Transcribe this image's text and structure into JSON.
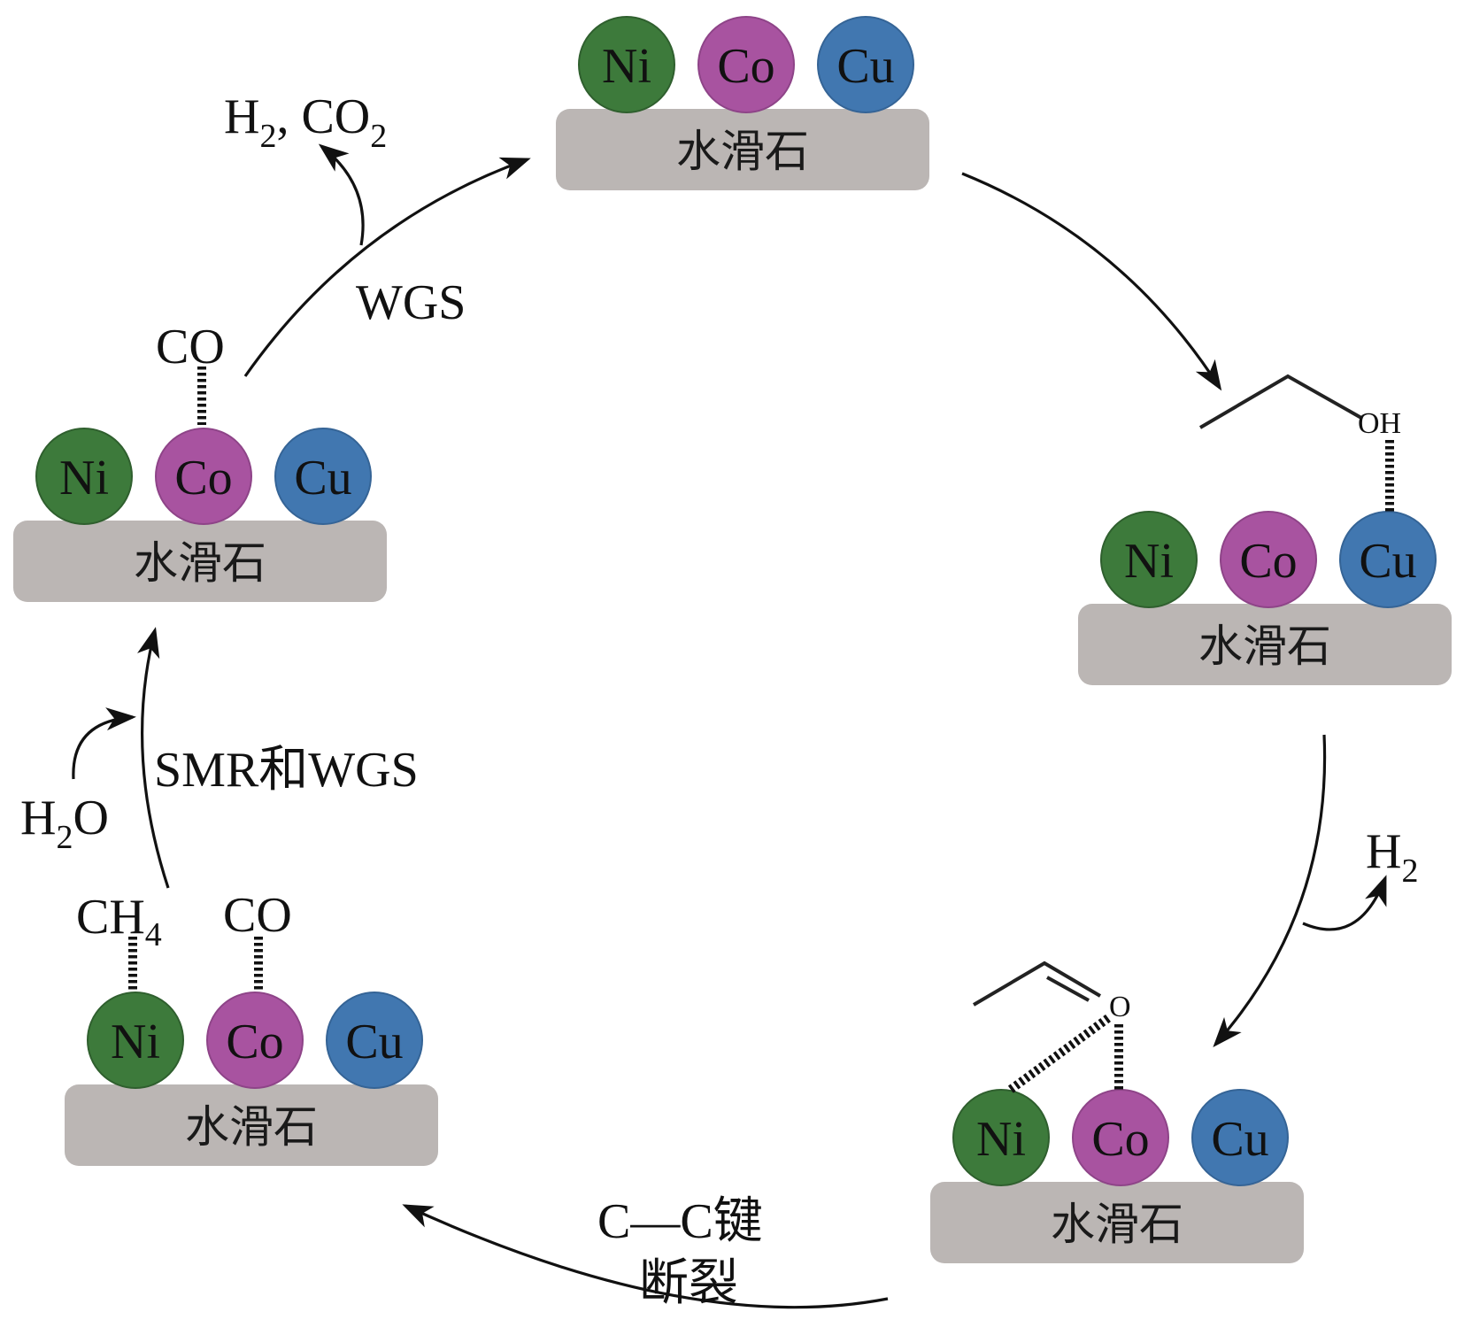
{
  "colors": {
    "ni": "#3d7a3b",
    "co": "#a853a0",
    "cu": "#4177b0",
    "support": "#bbb6b4",
    "atom_stroke_ni": "#2f5f2e",
    "atom_stroke_co": "#8e4488",
    "atom_stroke_cu": "#356496"
  },
  "atoms": [
    "Ni",
    "Co",
    "Cu"
  ],
  "support_label": "水滑石",
  "stages": [
    {
      "id": "catalyst",
      "adsorbates": []
    },
    {
      "id": "ethanol-adsorbed",
      "adsorbates": [
        "OH"
      ]
    },
    {
      "id": "acetaldehyde-adsorbed",
      "adsorbates": [
        "O"
      ]
    },
    {
      "id": "ch4-co-adsorbed",
      "adsorbates": [
        "CH4",
        "CO"
      ]
    },
    {
      "id": "co-adsorbed",
      "adsorbates": [
        "CO"
      ]
    }
  ],
  "labels": {
    "oh": "OH",
    "o": "O",
    "h2_main": "H",
    "h2_sub": "2",
    "cc_line1": "C—C键",
    "cc_line2": "断裂",
    "ch4_main": "CH",
    "ch4_sub": "4",
    "co_bottom": "CO",
    "co_left": "CO",
    "smr_wgs": "SMR和WGS",
    "h2o_h": "H",
    "h2o_sub": "2",
    "h2o_o": "O",
    "wgs": "WGS",
    "products_h": "H",
    "products_sub1": "2",
    "products_comma": ", CO",
    "products_sub2": "2"
  }
}
